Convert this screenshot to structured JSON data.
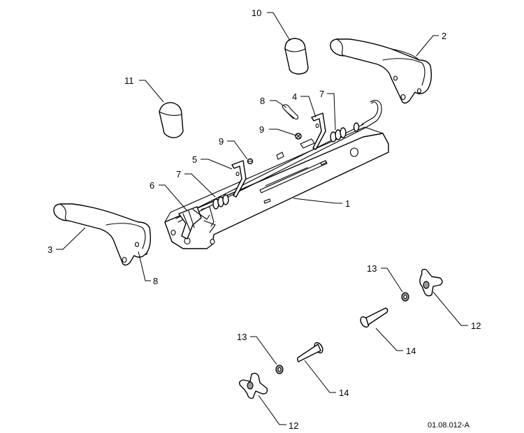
{
  "callouts": [
    {
      "id": "c10",
      "label": "10"
    },
    {
      "id": "c2",
      "label": "2"
    },
    {
      "id": "c11",
      "label": "11"
    },
    {
      "id": "c8a",
      "label": "8"
    },
    {
      "id": "c4",
      "label": "4"
    },
    {
      "id": "c7a",
      "label": "7"
    },
    {
      "id": "c9a",
      "label": "9"
    },
    {
      "id": "c9b",
      "label": "9"
    },
    {
      "id": "c5",
      "label": "5"
    },
    {
      "id": "c7b",
      "label": "7"
    },
    {
      "id": "c6",
      "label": "6"
    },
    {
      "id": "c1",
      "label": "1"
    },
    {
      "id": "c3",
      "label": "3"
    },
    {
      "id": "c8b",
      "label": "8"
    },
    {
      "id": "c13a",
      "label": "13"
    },
    {
      "id": "c12a",
      "label": "12"
    },
    {
      "id": "c14a",
      "label": "14"
    },
    {
      "id": "c13b",
      "label": "13"
    },
    {
      "id": "c14b",
      "label": "14"
    },
    {
      "id": "c12b",
      "label": "12"
    }
  ],
  "drawing_id": "01.08.012-A"
}
